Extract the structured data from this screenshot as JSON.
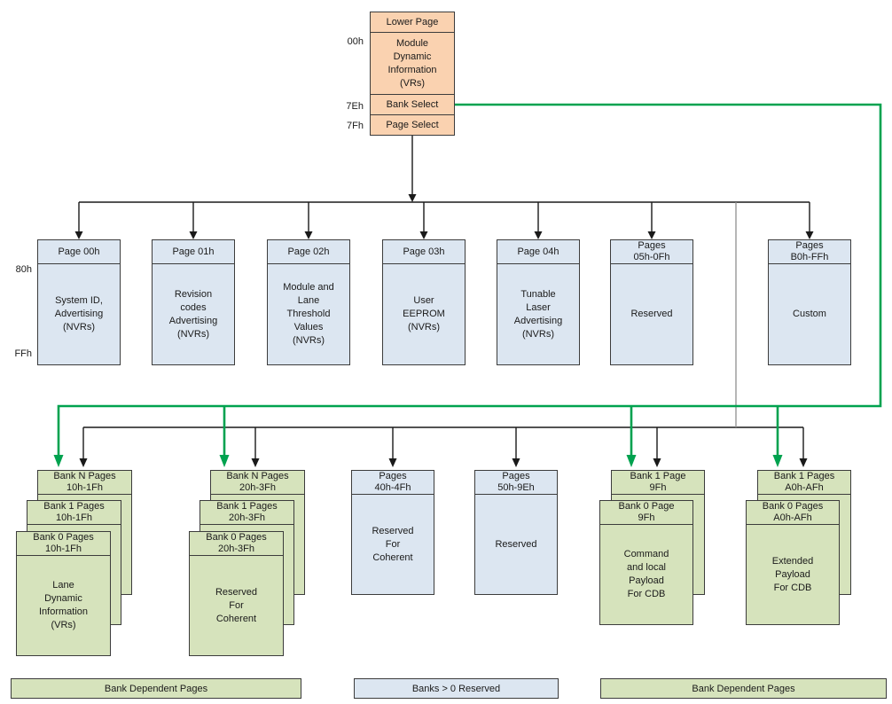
{
  "top": {
    "header": "Lower Page",
    "body": "Module\nDynamic\nInformation\n(VRs)",
    "bank_select": "Bank Select",
    "page_select": "Page Select",
    "addr_00": "00h",
    "addr_7e": "7Eh",
    "addr_7f": "7Fh"
  },
  "upper": {
    "addr_top": "80h",
    "addr_bottom": "FFh",
    "pages": [
      {
        "header": "Page 00h",
        "body": "System ID,\nAdvertising\n(NVRs)"
      },
      {
        "header": "Page 01h",
        "body": "Revision\ncodes\nAdvertising\n(NVRs)"
      },
      {
        "header": "Page 02h",
        "body": "Module and\nLane\nThreshold\nValues\n(NVRs)"
      },
      {
        "header": "Page 03h",
        "body": "User\nEEPROM\n(NVRs)"
      },
      {
        "header": "Page 04h",
        "body": "Tunable\nLaser\nAdvertising\n(NVRs)"
      },
      {
        "header": "Pages\n05h-0Fh",
        "body": "Reserved"
      },
      {
        "header": "Pages\nB0h-FFh",
        "body": "Custom"
      }
    ]
  },
  "lower": {
    "stack_10h": {
      "bank_n": "Bank N Pages\n10h-1Fh",
      "bank_1": "Bank 1 Pages\n10h-1Fh",
      "bank_0": "Bank 0 Pages\n10h-1Fh",
      "body": "Lane\nDynamic\nInformation\n(VRs)"
    },
    "stack_20h": {
      "bank_n": "Bank N Pages\n20h-3Fh",
      "bank_1": "Bank 1 Pages\n20h-3Fh",
      "bank_0": "Bank 0 Pages\n20h-3Fh",
      "body": "Reserved\nFor\nCoherent"
    },
    "pages_40h": {
      "header": "Pages\n40h-4Fh",
      "body": "Reserved\nFor\nCoherent"
    },
    "pages_50h": {
      "header": "Pages\n50h-9Eh",
      "body": "Reserved"
    },
    "stack_9f": {
      "bank_1": "Bank 1 Page\n9Fh",
      "bank_0": "Bank 0 Page\n9Fh",
      "body": "Command\nand  local\nPayload\nFor CDB"
    },
    "stack_a0h": {
      "bank_1": "Bank 1 Pages\nA0h-AFh",
      "bank_0": "Bank 0 Pages\nA0h-AFh",
      "body": "Extended\nPayload\nFor CDB"
    }
  },
  "footer": {
    "left": "Bank Dependent Pages",
    "middle": "Banks > 0 Reserved",
    "right": "Bank Dependent Pages"
  },
  "colors": {
    "lower_page_fill": "#FAD2B0",
    "page_fill": "#DCE6F1",
    "bank_fill": "#D6E3BC",
    "bank_select_line": "#00A24F",
    "connector_line": "#1A1A1A",
    "page_select_drop_line": "#8F8F8F"
  }
}
